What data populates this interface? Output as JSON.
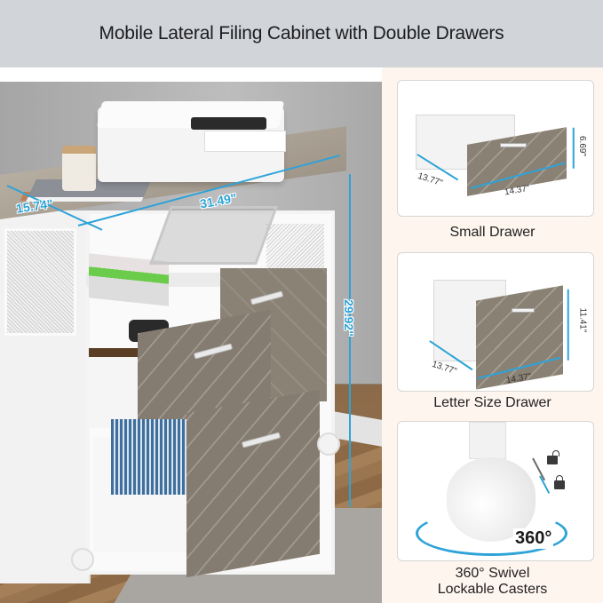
{
  "header": {
    "title": "Mobile Lateral Filing Cabinet with Double Drawers"
  },
  "main_image": {
    "description": "White mobile filing cabinet with printer on top, open shelf and two herringbone-pattern drawers",
    "dimensions": {
      "depth": "15.74\"",
      "width": "31.49\"",
      "height": "29.92\""
    },
    "accent_color": "#2ea3d8"
  },
  "features": [
    {
      "label": "Small Drawer",
      "dimensions": {
        "depth": "13.77\"",
        "width": "14.37\"",
        "height": "6.69\""
      }
    },
    {
      "label": "Letter Size Drawer",
      "dimensions": {
        "depth": "13.77\"",
        "width": "14.37\"",
        "height": "11.41\""
      }
    },
    {
      "label_line1": "360° Swivel",
      "label_line2": "Lockable Casters",
      "rotation_label": "360°",
      "icons": [
        "lock-open-icon",
        "lock-closed-icon",
        "rotate-arrow-icon"
      ]
    }
  ]
}
